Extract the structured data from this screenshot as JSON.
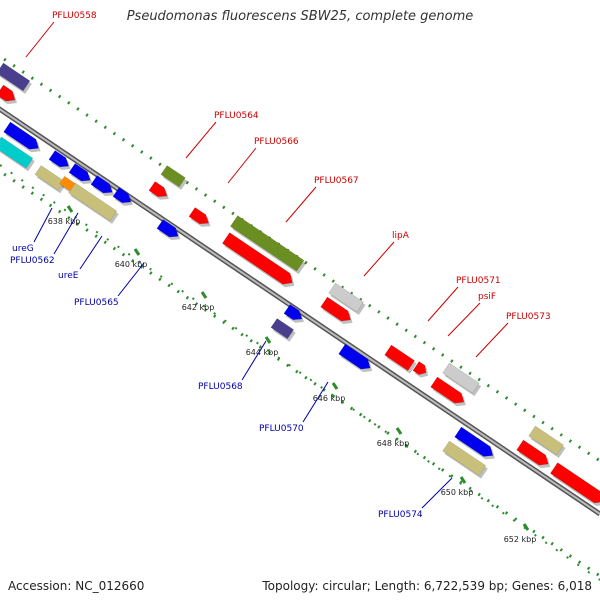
{
  "title": "Pseudomonas fluorescens SBW25, complete genome",
  "accession": "Accession: NC_012660",
  "summary": "Topology: circular; Length: 6,722,539 bp; Genes: 6,018",
  "colors": {
    "backbone": "#888888",
    "tick_minor": "#2e8b2e",
    "label_top": "#cc0000",
    "label_bottom": "#0000aa"
  },
  "ticks": [
    {
      "label": "638 kbp"
    },
    {
      "label": "640 kbp"
    },
    {
      "label": "642 kbp"
    },
    {
      "label": "644 kbp"
    },
    {
      "label": "646 kbp"
    },
    {
      "label": "648 kbp"
    },
    {
      "label": "650 kbp"
    },
    {
      "label": "652 kbp"
    }
  ],
  "gene_labels_top": [
    "PFLU0558",
    "PFLU0564",
    "PFLU0566",
    "PFLU0567",
    "lipA",
    "PFLU0571",
    "psiF",
    "PFLU0573"
  ],
  "gene_labels_bottom": [
    "ureG",
    "PFLU0562",
    "ureE",
    "PFLU0565",
    "PFLU0568",
    "PFLU0570",
    "PFLU0574"
  ],
  "feature_colors": {
    "red": "#ff0000",
    "blue": "#0000ee",
    "olive": "#6b8e23",
    "khaki": "#c8c07a",
    "grey": "#cccccc",
    "navy": "#4a3f8c",
    "cyan": "#00cccc",
    "orange": "#ff8c00"
  }
}
